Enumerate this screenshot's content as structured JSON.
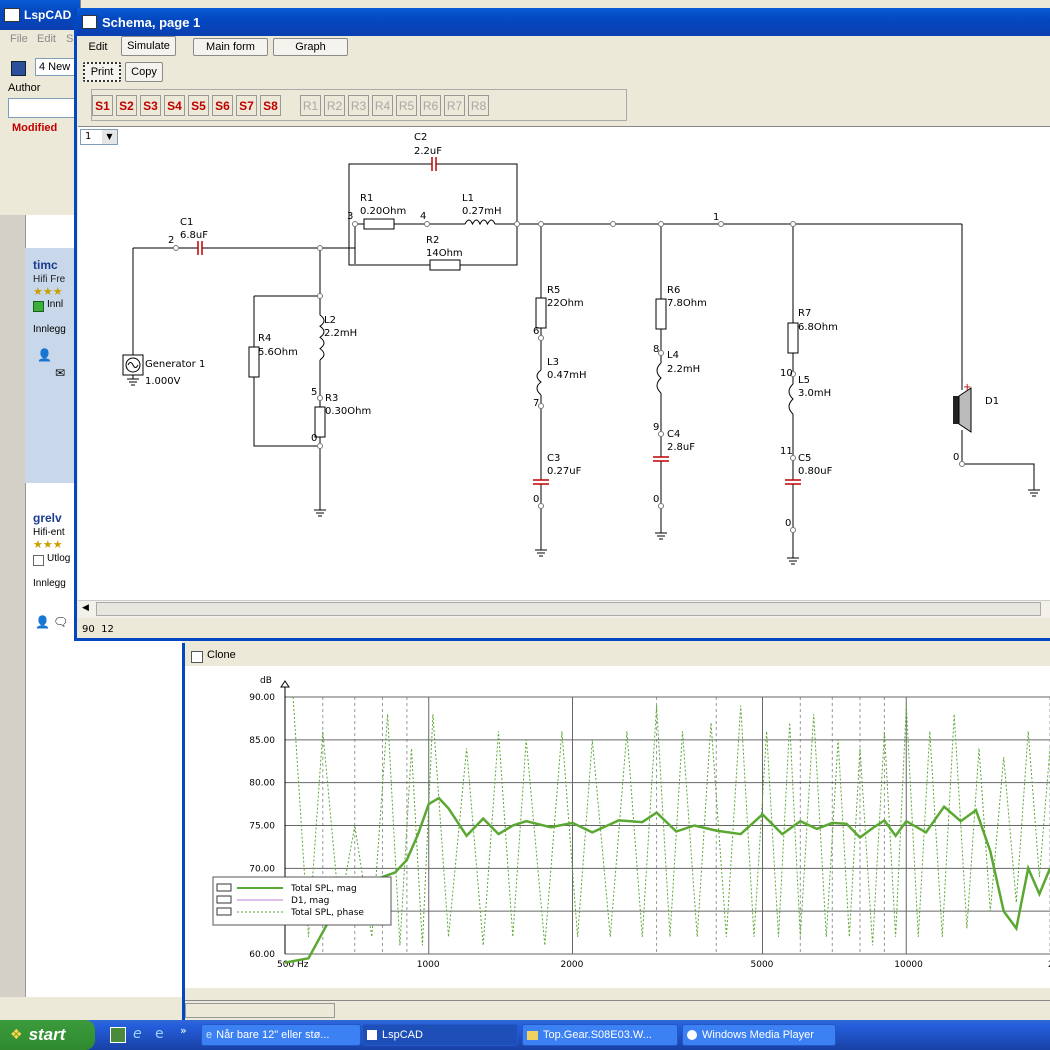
{
  "lspcad_window": {
    "title": "LspCAD",
    "menu": [
      "File",
      "Edit",
      "S"
    ],
    "project_field": "4 New",
    "author_label": "Author",
    "modified_label": "Modified"
  },
  "forum": {
    "user1": {
      "name": "timc",
      "rank": "Hifi Fre",
      "status": "Innl",
      "posts": "Innlegg"
    },
    "user2": {
      "name": "grelv",
      "rank": "Hifi-ent",
      "status": "Utlog",
      "posts": "Innlegg"
    }
  },
  "schema_window": {
    "title": "Schema, page 1",
    "tabs": [
      "Edit",
      "Simulate",
      "Main form",
      "Graph"
    ],
    "print_label": "Print",
    "copy_label": "Copy",
    "s_buttons": [
      "S1",
      "S2",
      "S3",
      "S4",
      "S5",
      "S6",
      "S7",
      "S8"
    ],
    "r_buttons": [
      "R1",
      "R2",
      "R3",
      "R4",
      "R5",
      "R6",
      "R7",
      "R8"
    ],
    "page_select": "1",
    "status_coords": "90  12"
  },
  "schematic": {
    "components": [
      {
        "name": "C2",
        "value": "2.2uF"
      },
      {
        "name": "R1",
        "value": "0.20Ohm"
      },
      {
        "name": "L1",
        "value": "0.27mH"
      },
      {
        "name": "R2",
        "value": "14Ohm"
      },
      {
        "name": "C1",
        "value": "6.8uF"
      },
      {
        "name": "R4",
        "value": "5.6Ohm"
      },
      {
        "name": "L2",
        "value": "2.2mH"
      },
      {
        "name": "R3",
        "value": "0.30Ohm"
      },
      {
        "name": "R5",
        "value": "22Ohm"
      },
      {
        "name": "L3",
        "value": "0.47mH"
      },
      {
        "name": "C3",
        "value": "0.27uF"
      },
      {
        "name": "R6",
        "value": "7.8Ohm"
      },
      {
        "name": "L4",
        "value": "2.2mH"
      },
      {
        "name": "C4",
        "value": "2.8uF"
      },
      {
        "name": "R7",
        "value": "6.8Ohm"
      },
      {
        "name": "L5",
        "value": "3.0mH"
      },
      {
        "name": "C5",
        "value": "0.80uF"
      },
      {
        "name": "Generator 1",
        "value": "1.000V"
      },
      {
        "name": "D1",
        "value": ""
      }
    ],
    "nodes": [
      "1",
      "2",
      "3",
      "4",
      "5",
      "6",
      "7",
      "8",
      "9",
      "10",
      "11",
      "0"
    ]
  },
  "graph": {
    "clone_label": "Clone",
    "unit_label": "dB"
  },
  "chart_data": {
    "type": "line",
    "ylabel": "dB",
    "ylim": [
      60,
      90
    ],
    "yticks": [
      "90.00",
      "85.00",
      "80.00",
      "75.00",
      "70.00",
      "60.00"
    ],
    "xscale": "log",
    "xlim": [
      500,
      20000
    ],
    "xticks": [
      "500 Hz",
      "1000",
      "2000",
      "5000",
      "10000",
      "2"
    ],
    "grid": true,
    "legend_position": "bottom-left",
    "series": [
      {
        "name": "Total SPL, mag",
        "color": "#5aa832",
        "style": "solid",
        "x": [
          500,
          560,
          620,
          680,
          740,
          800,
          850,
          900,
          950,
          1000,
          1050,
          1100,
          1200,
          1300,
          1400,
          1500,
          1600,
          1800,
          2000,
          2200,
          2500,
          2800,
          3000,
          3300,
          3600,
          4000,
          4500,
          5000,
          5500,
          6000,
          6500,
          7000,
          7500,
          8000,
          8500,
          9000,
          9500,
          10000,
          11000,
          12000,
          13000,
          14000,
          15000,
          16000,
          17000,
          18000,
          19000,
          20000
        ],
        "y": [
          59,
          59.5,
          64,
          67,
          68,
          69,
          69.5,
          71,
          74,
          77.5,
          78.2,
          77,
          73.8,
          75.8,
          74,
          75,
          75.5,
          74.8,
          75.3,
          74.2,
          75.6,
          75.4,
          76.5,
          74.3,
          75,
          74.4,
          74,
          76.3,
          74,
          75.5,
          74.6,
          75.3,
          75.2,
          73.6,
          74.7,
          75.6,
          73.8,
          75.5,
          74.2,
          77.2,
          75.5,
          76.8,
          72,
          65,
          63,
          70,
          67,
          70
        ]
      },
      {
        "name": "D1, mag",
        "color": "#c080d0",
        "style": "solid",
        "x": [],
        "y": []
      },
      {
        "name": "Total SPL, phase",
        "color": "#5aa832",
        "style": "dashed",
        "x": [
          520,
          560,
          600,
          650,
          700,
          760,
          820,
          870,
          920,
          970,
          1020,
          1100,
          1200,
          1300,
          1400,
          1500,
          1600,
          1750,
          1900,
          2050,
          2200,
          2400,
          2600,
          2800,
          3000,
          3200,
          3400,
          3650,
          3900,
          4200,
          4500,
          4800,
          5100,
          5400,
          5700,
          6000,
          6400,
          6800,
          7200,
          7600,
          8000,
          8500,
          9000,
          9500,
          10000,
          10600,
          11200,
          11900,
          12600,
          13400,
          14200,
          15000,
          16000,
          17000,
          18000,
          19000,
          20000
        ],
        "y": [
          90,
          62,
          86,
          65,
          75,
          62,
          88,
          61,
          84,
          61,
          88,
          62,
          84,
          61,
          86,
          62,
          85,
          61,
          86,
          62,
          85,
          62,
          86,
          62,
          89,
          62,
          86,
          62,
          87,
          62,
          89,
          62,
          86,
          62,
          87,
          62,
          88,
          62,
          85,
          62,
          84,
          61,
          86,
          62,
          89,
          62,
          86,
          62,
          88,
          63,
          84,
          65,
          83,
          66,
          86,
          69,
          84
        ]
      }
    ]
  },
  "taskbar": {
    "start_label": "start",
    "items": [
      "Når bare 12\" eller stø...",
      "LspCAD",
      "Top.Gear.S08E03.W...",
      "Windows Media Player"
    ]
  }
}
